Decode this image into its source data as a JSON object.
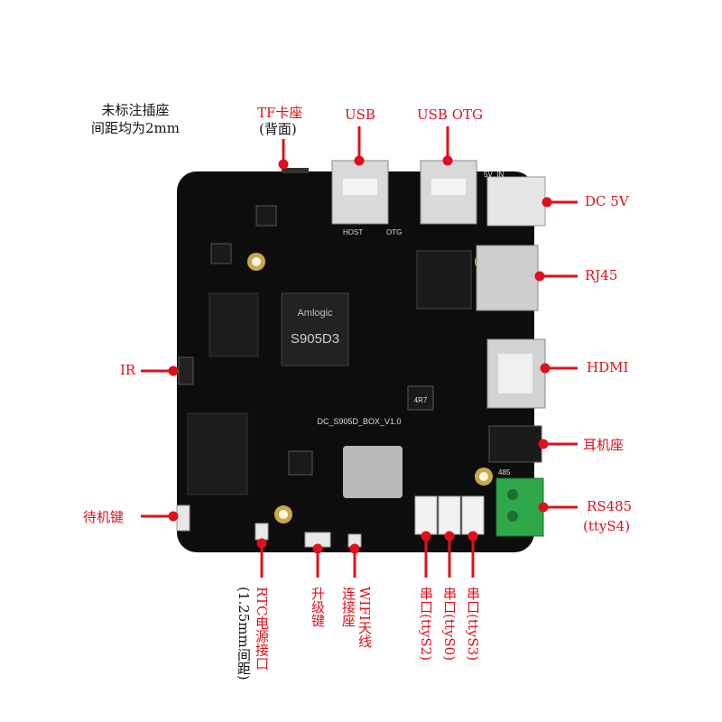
{
  "note": {
    "line1": "未标注插座",
    "line2": "间距均为2mm"
  },
  "labels": {
    "tf": "TF卡座",
    "tf_sub": "(背面)",
    "usb": "USB",
    "usb_otg": "USB OTG",
    "dc5v": "DC 5V",
    "rj45": "RJ45",
    "hdmi": "HDMI",
    "ir": "IR",
    "earphone": "耳机座",
    "rs485": "RS485",
    "rs485_sub": "(ttyS4)",
    "standby": "待机键",
    "rtc": "RTC电源接口",
    "rtc_sub": "(1.25mm间距)",
    "upgrade": "升级键",
    "wifi_1": "WIFI天线",
    "wifi_2": "连接座",
    "uart_s2": "串口(ttyS2)",
    "uart_s0": "串口(ttyS0)",
    "uart_s3": "串口(ttyS3)"
  },
  "board": {
    "silk_name": "DC_S905D_BOX_V1.0",
    "soc_brand": "Amlogic",
    "soc_model": "S905D3",
    "host": "HOST",
    "otg": "OTG",
    "five_v_in": "5V_IN",
    "rs485_silk": "485",
    "inductor": "4R7"
  },
  "colors": {
    "accent": "#e0101a",
    "board": "#0d0d0d",
    "connector": "#2fa84a"
  }
}
